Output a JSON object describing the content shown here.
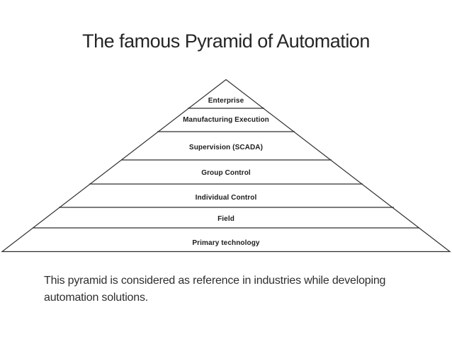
{
  "slide": {
    "title": "The famous Pyramid of Automation",
    "caption": {
      "line1": "This pyramid is considered as reference in industries while developing",
      "line2": "automation solutions."
    }
  },
  "pyramid": {
    "layers": [
      {
        "label": "Enterprise"
      },
      {
        "label": "Manufacturing Execution"
      },
      {
        "label": "Supervision (SCADA)"
      },
      {
        "label": "Group Control"
      },
      {
        "label": "Individual Control"
      },
      {
        "label": "Field"
      },
      {
        "label": "Primary technology"
      }
    ]
  },
  "colors": {
    "background": "#ffffff",
    "line": "#2f2f2f",
    "title_text": "#262626",
    "label_text": "#1c1c1c",
    "caption_text": "#2e2e2e"
  }
}
